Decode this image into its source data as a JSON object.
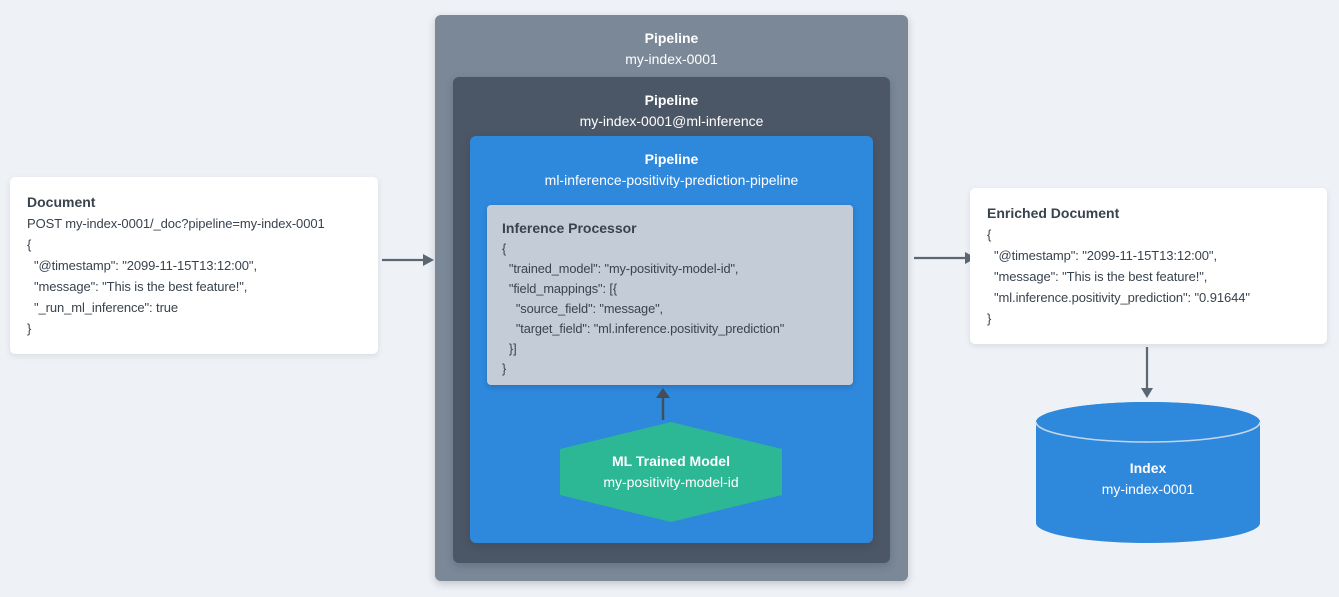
{
  "palette": {
    "page_bg": "#eef1f6",
    "outer_pipeline_bg": "#7a8898",
    "middle_pipeline_bg": "#4b5766",
    "inner_pipeline_bg": "#2e88dc",
    "processor_bg": "#c4cdd7",
    "model_hexagon_bg": "#2cb795",
    "index_cylinder_bg": "#2e88dc",
    "card_bg": "#ffffff",
    "arrow_gray": "#5b6773",
    "arrow_dark": "#434e58",
    "text_dark": "#39434e",
    "text_light": "#ffffff"
  },
  "document_card": {
    "title": "Document",
    "lines": [
      "POST my-index-0001/_doc?pipeline=my-index-0001",
      "{",
      "  \"@timestamp\": \"2099-11-15T13:12:00\",",
      "  \"message\": \"This is the best feature!\",",
      "  \"_run_ml_inference\": true",
      "}"
    ]
  },
  "outer_pipeline": {
    "label": "Pipeline",
    "name": "my-index-0001"
  },
  "middle_pipeline": {
    "label": "Pipeline",
    "name": "my-index-0001@ml-inference"
  },
  "inner_pipeline": {
    "label": "Pipeline",
    "name": "ml-inference-positivity-prediction-pipeline"
  },
  "inference_processor": {
    "title": "Inference Processor",
    "lines": [
      "{",
      "  \"trained_model\": \"my-positivity-model-id\",",
      "  \"field_mappings\": [{",
      "    \"source_field\": \"message\",",
      "    \"target_field\": \"ml.inference.positivity_prediction\"",
      "  }]",
      "}"
    ]
  },
  "ml_model": {
    "title": "ML Trained Model",
    "name": "my-positivity-model-id"
  },
  "enriched_card": {
    "title": "Enriched Document",
    "lines": [
      "{",
      "  \"@timestamp\": \"2099-11-15T13:12:00\",",
      "  \"message\": \"This is the best feature!\",",
      "  \"ml.inference.positivity_prediction\": \"0.91644\"",
      "}"
    ]
  },
  "index": {
    "title": "Index",
    "name": "my-index-0001"
  }
}
